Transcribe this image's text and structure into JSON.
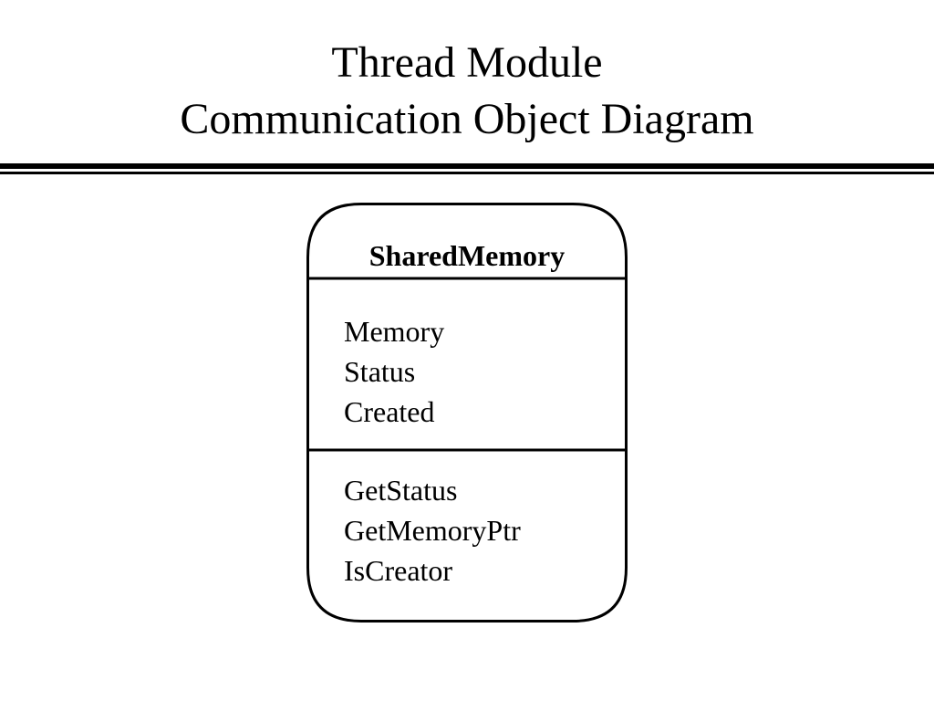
{
  "title": {
    "line1": "Thread Module",
    "line2": "Communication Object Diagram"
  },
  "class": {
    "name": "SharedMemory",
    "attributes": [
      "Memory",
      "Status",
      "Created"
    ],
    "operations": [
      "GetStatus",
      "GetMemoryPtr",
      "IsCreator"
    ]
  }
}
